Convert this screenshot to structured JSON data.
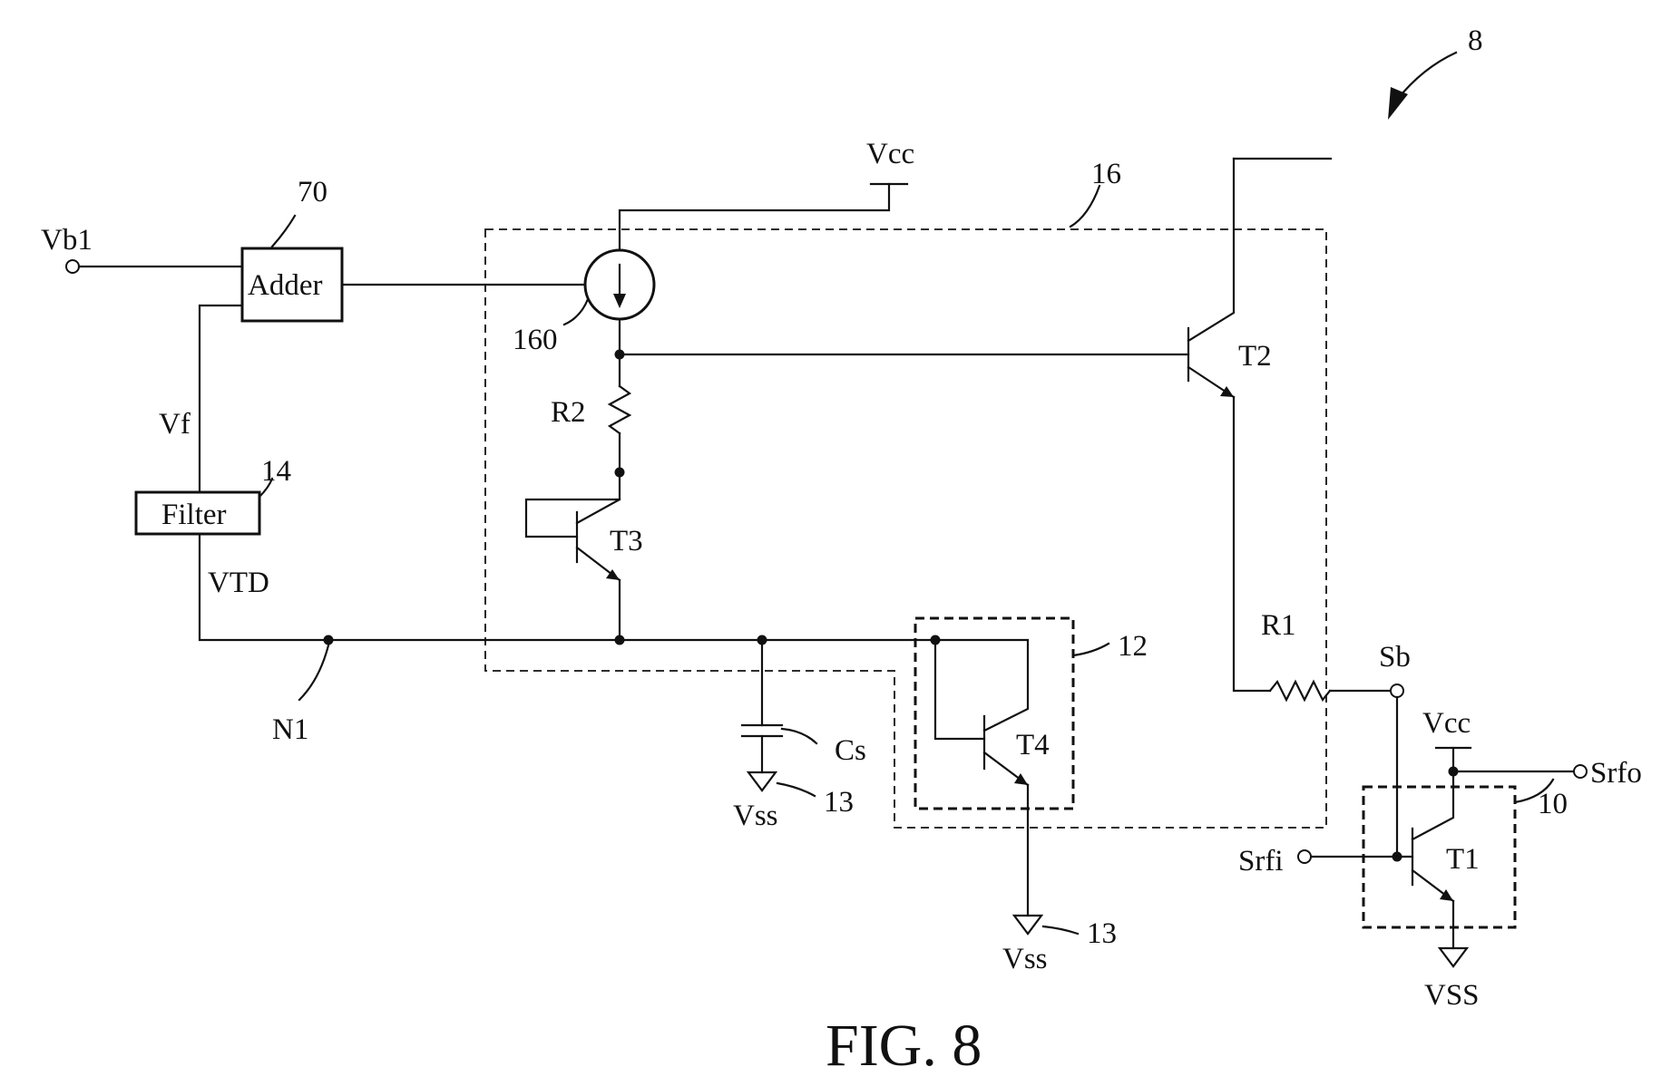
{
  "figure": {
    "caption": "FIG. 8",
    "ref_number": "8"
  },
  "blocks": {
    "adder": {
      "label": "Adder",
      "ref": "70"
    },
    "filter": {
      "label": "Filter",
      "ref": "14"
    },
    "bias_circuit_ref": "16",
    "current_source_ref": "160",
    "t4_box_ref": "12",
    "t1_box_ref": "10"
  },
  "components": {
    "t1": "T1",
    "t2": "T2",
    "t3": "T3",
    "t4": "T4",
    "r1": "R1",
    "r2": "R2",
    "cs": "Cs"
  },
  "signals": {
    "vb1": "Vb1",
    "vf": "Vf",
    "vtd": "VTD",
    "n1": "N1",
    "sb": "Sb",
    "srfi": "Srfi",
    "srfo": "Srfo",
    "vcc_top": "Vcc",
    "vcc_t1": "Vcc",
    "vss_cs": "Vss",
    "vss_t4": "Vss",
    "vss_t1": "VSS",
    "gnd_ref_cs": "13",
    "gnd_ref_t4": "13"
  }
}
